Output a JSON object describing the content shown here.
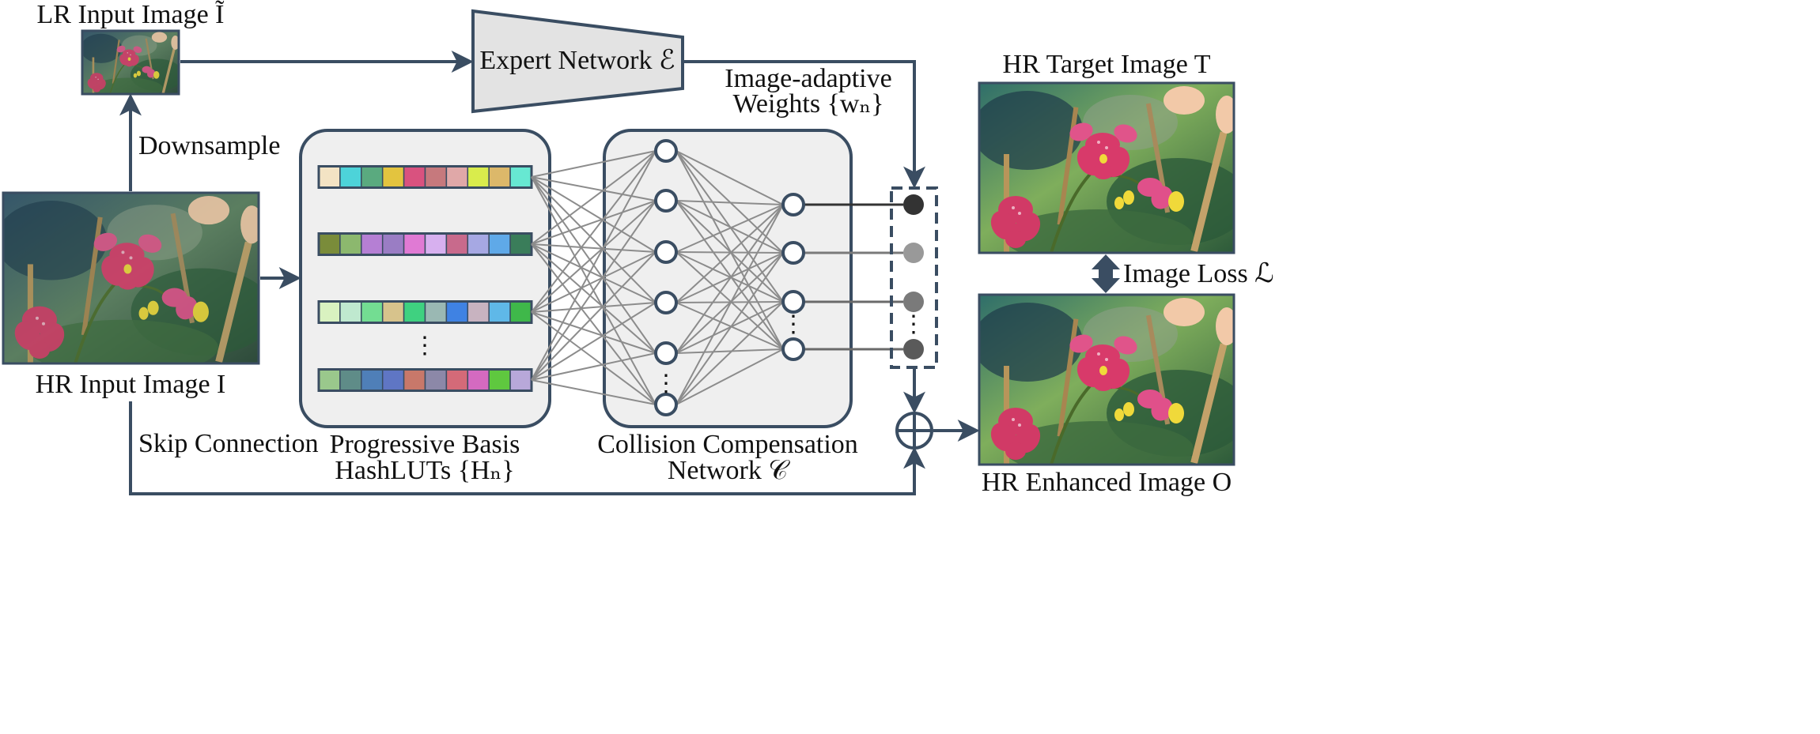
{
  "labels": {
    "lr_input": "LR Input Image Ĩ",
    "hr_input": "HR Input Image I",
    "downsample": "Downsample",
    "skip": "Skip Connection",
    "expert": "Expert Network ℰ",
    "weights_line1": "Image-adaptive",
    "weights_line2": "Weights {wₙ}",
    "hashlut_line1": "Progressive Basis",
    "hashlut_line2": "HashLUTs {Hₙ}",
    "ccn_line1": "Collision Compensation",
    "ccn_line2": "Network 𝒞",
    "hr_target": "HR Target Image T",
    "image_loss": "Image Loss ℒ",
    "hr_enhanced": "HR Enhanced Image O"
  },
  "colors": {
    "line": "#3a4d62",
    "panel_fill": "#efefef",
    "panel_stroke": "#3a4d62",
    "trapezoid_fill": "#e3e3e3",
    "connection": "#8c8c8c",
    "image_bg": "#4a6a78"
  },
  "lut_rows": [
    [
      "#f3e3c4",
      "#4dd3d9",
      "#5aaa7f",
      "#e3c43f",
      "#d9527f",
      "#c6797d",
      "#e0a8a8",
      "#d9ec4c",
      "#dcb86a",
      "#67e8d2"
    ],
    [
      "#7a8c3a",
      "#8cb86e",
      "#b57fd4",
      "#9a7dc4",
      "#e07ad4",
      "#d7b0ef",
      "#c86a8c",
      "#a6a8e3",
      "#5fa9e8",
      "#3a7d5a"
    ],
    [
      "#d9f2c0",
      "#bfe9cf",
      "#73dd92",
      "#d7c38c",
      "#3fd180",
      "#9ab8b3",
      "#3f82e3",
      "#c8b3c0",
      "#5fb8e8",
      "#3fb84a"
    ],
    [
      "#9ac88c",
      "#5f8c88",
      "#4f7fb8",
      "#5f76c4",
      "#c8786a",
      "#8c88a8",
      "#d46a78",
      "#d46ac0",
      "#5fc83f",
      "#b8a8d9"
    ]
  ],
  "output_node_fills": [
    "#333333",
    "#999999",
    "#7a7a7a",
    "#5a5a5a"
  ]
}
